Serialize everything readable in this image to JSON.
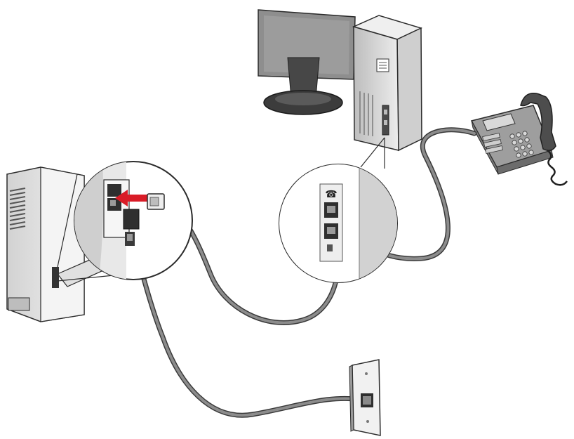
{
  "diagram": {
    "kind": "installation-illustration",
    "printed_text": [],
    "components": {
      "printer": {
        "icon": "printer-rear-panel-icon",
        "callout": "printer-port-zoom-icon"
      },
      "computer": {
        "icon": "desktop-computer-icon",
        "monitor": "monitor-icon"
      },
      "modem_ports": {
        "callout": "computer-modem-ports-zoom-icon",
        "line_glyph": "☎"
      },
      "telephone": {
        "icon": "desk-telephone-icon"
      },
      "wall_jack": {
        "icon": "wall-phone-jack-icon"
      }
    },
    "connections": [
      {
        "from": "printer-line-port",
        "to": "wall-jack",
        "cable": "telephone-cord"
      },
      {
        "from": "printer-ext-port",
        "to": "computer-modem-line-port",
        "cable": "telephone-cord"
      },
      {
        "from": "computer-modem-phone-port",
        "to": "telephone",
        "cable": "telephone-cord"
      }
    ],
    "colors": {
      "outline": "#2b2b2b",
      "cable": "#8c8c8c",
      "cable_edge": "#3a3a3a",
      "device_light": "#e6e6e6",
      "device_mid": "#c4c4c4",
      "device_dark": "#7d7d7d",
      "monitor_frame": "#8a8a8a",
      "monitor_stand": "#3c3c3c",
      "arrow": "#d91c27"
    }
  }
}
